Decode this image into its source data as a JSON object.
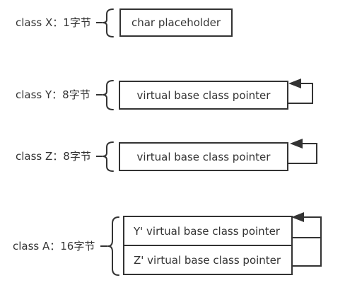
{
  "class_x": {
    "label": "class X：1字节",
    "field": "char placeholder"
  },
  "class_y": {
    "label": "class Y：8字节",
    "field": "virtual base class pointer"
  },
  "class_z": {
    "label": "class Z：8字节",
    "field": "virtual base class pointer"
  },
  "class_a": {
    "label": "class A：16字节",
    "fields": [
      "Y' virtual base class pointer",
      "Z' virtual base class pointer"
    ]
  },
  "colors": {
    "stroke": "#333333",
    "text": "#333333",
    "background": "#ffffff"
  }
}
